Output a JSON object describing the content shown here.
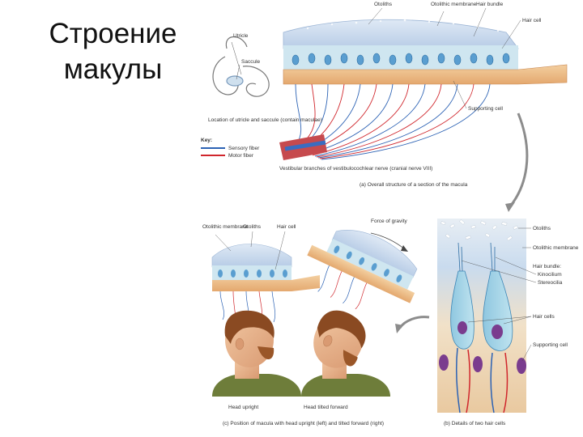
{
  "slide": {
    "title": "Строение макулы"
  },
  "panel_a": {
    "labels": {
      "otoliths": "Otoliths",
      "otolithic_membrane": "Otolithic membrane",
      "hair_bundle": "Hair bundle",
      "hair_cell": "Hair cell",
      "utricle": "Utricle",
      "saccule": "Saccule",
      "supporting_cell": "Supporting cell",
      "location_caption": "Location of utricle and saccule (contain maculae)",
      "key_title": "Key:",
      "sensory_fiber": "Sensory fiber",
      "motor_fiber": "Motor fiber",
      "nerve": "Vestibular branches of vestibulocochlear nerve (cranial nerve VIII)",
      "caption": "(a) Overall structure of a section of the macula"
    },
    "colors": {
      "sensory": "#2c62b4",
      "motor": "#d0262c"
    }
  },
  "panel_c": {
    "labels": {
      "otolithic_membrane": "Otolithic membrane",
      "otoliths": "Otoliths",
      "hair_cell": "Hair cell",
      "force_of_gravity": "Force of gravity",
      "head_upright": "Head upright",
      "head_tilted": "Head tilted forward",
      "caption": "(c) Position of macula with head upright (left) and tilted forward (right)"
    }
  },
  "panel_b": {
    "labels": {
      "otoliths": "Otoliths",
      "otolithic_membrane": "Otolithic membrane",
      "hair_bundle": "Hair bundle:",
      "kinocilium": "Kinocilium",
      "stereocilia": "Stereocilia",
      "hair_cells": "Hair cells",
      "supporting_cell": "Supporting cell",
      "caption": "(b) Details of two hair cells"
    }
  }
}
